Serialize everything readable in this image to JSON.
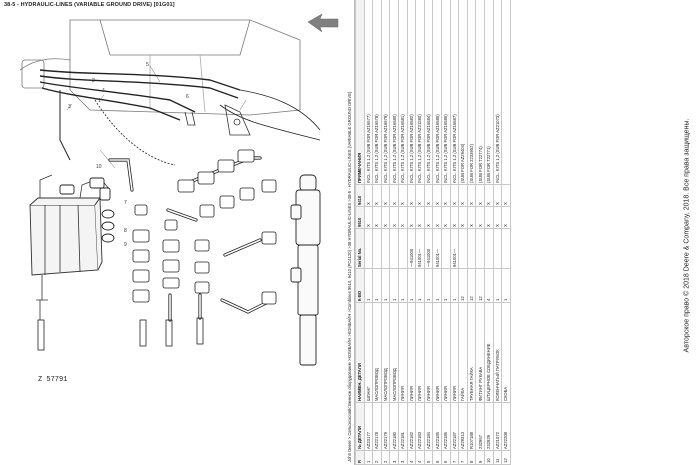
{
  "diagram": {
    "title": "38-5 - HYDRAULIC-LINES (VARIABLE GROUND DRIVE) [01G01]",
    "figure_id": "Z 57791",
    "callouts": [
      "1",
      "2",
      "3",
      "4",
      "5",
      "6",
      "7",
      "8",
      "9",
      "10"
    ]
  },
  "table": {
    "breadcrumb": "John Deere > Сельскохозяйственное оборудование >КОМБАЙН >КОМБАЙН >Combines 9510, 9410 (PC4120) >38 HYDRAULIC-LINES >38-5 - HYDRAULIC-LINES (VARIABLE GROUND DRIVE)",
    "headers": [
      "Р.",
      "№ ДЕТАЛИ",
      "НАИМЕН. ДЕТАЛИ",
      "К-ВО",
      "Serial No.",
      "9510",
      "9410",
      "ПРИМЕЧАНИЯ"
    ],
    "rows": [
      [
        "1",
        "AZ23177",
        "ШЛАНГ",
        "1",
        "",
        "X",
        "X",
        "INCL. KITS 1,2 (SUB FOR AZ16577)"
      ],
      [
        "2",
        "AZ22178",
        "МАСЛОПРОВОД",
        "1",
        "",
        "X",
        "X",
        "INCL. KITS 1,2 (SUB FOR AZ16578)"
      ],
      [
        "2",
        "AZ22179",
        "МАСЛОПРОВОД",
        "1",
        "",
        "X",
        "X",
        "INCL. KITS 1,2 (SUB FOR AZ16579)"
      ],
      [
        "3",
        "AZ22180",
        "МАСЛОПРОВОД",
        "1",
        "",
        "X",
        "X",
        "INCL. KITS 1,2 (SUB FOR AZ16580)"
      ],
      [
        "3",
        "AZ22181",
        "ЛИНИЯ",
        "1",
        "",
        "X",
        "X",
        "INCL. KITS 1,2 (SUB FOR AZ16581)"
      ],
      [
        "4",
        "AZ22182",
        "ЛИНИЯ",
        "1",
        "—941000",
        "X",
        "X",
        "INCL. KITS 1,2 (SUB FOR AZ16582)"
      ],
      [
        "4",
        "AZ22183",
        "ЛИНИЯ",
        "1",
        "941001—",
        "X",
        "X",
        "INCL. KITS 1,2 (SUB FOR AZ21280)"
      ],
      [
        "5",
        "AZ22184",
        "ЛИНИЯ",
        "1",
        "—941000",
        "X",
        "X",
        "INCL. KITS 1,2 (SUB FOR AZ16584)"
      ],
      [
        "5",
        "AZ22185",
        "ЛИНИЯ",
        "1",
        "941001—",
        "X",
        "X",
        "INCL. KITS 1,2 (SUB FOR AZ16585)"
      ],
      [
        "6",
        "AZ22186",
        "ЛИНИЯ",
        "1",
        "",
        "X",
        "X",
        "INCL. KITS 1,2 (SUB FOR AZ16586)"
      ],
      [
        "7",
        "AZ22187",
        "ЛИНИЯ",
        "1",
        "941001—",
        "X",
        "X",
        "INCL. KITS 1,2 (SUB FOR AZ16587)"
      ],
      [
        "7",
        "AZ29313",
        "ГАЙКА",
        "12",
        "",
        "X",
        "X",
        "(SUB FOR AZ29404)"
      ],
      [
        "8",
        "R107188",
        "ТРУБНАЯ ГАЙКА",
        "12",
        "",
        "X",
        "X",
        "(SUB FOR 2233952)"
      ],
      [
        "9",
        "232957",
        "ФИТИНГ РУКАВА",
        "12",
        "",
        "X",
        "X",
        "(SUB FOR T22774)"
      ],
      [
        "10",
        "232929",
        "ШТУЦЕРНОЕ СОЕДИНЕНИЕ",
        "4",
        "",
        "X",
        "X",
        "(SUB FOR T22771)"
      ],
      [
        "11",
        "AZ21072",
        "КОЛЕНЧАТЫЙ ПАТРУБОК",
        "1",
        "",
        "X",
        "X",
        "INCL. KITS 1,2 (SUB FOR AZ21073)"
      ],
      [
        "12",
        "AZ22208",
        "СКОБА",
        "1",
        "",
        "X",
        "X",
        ""
      ]
    ]
  },
  "copyright": "Авторское право © 2018 Deere & Company, 2018. Все права защищены."
}
